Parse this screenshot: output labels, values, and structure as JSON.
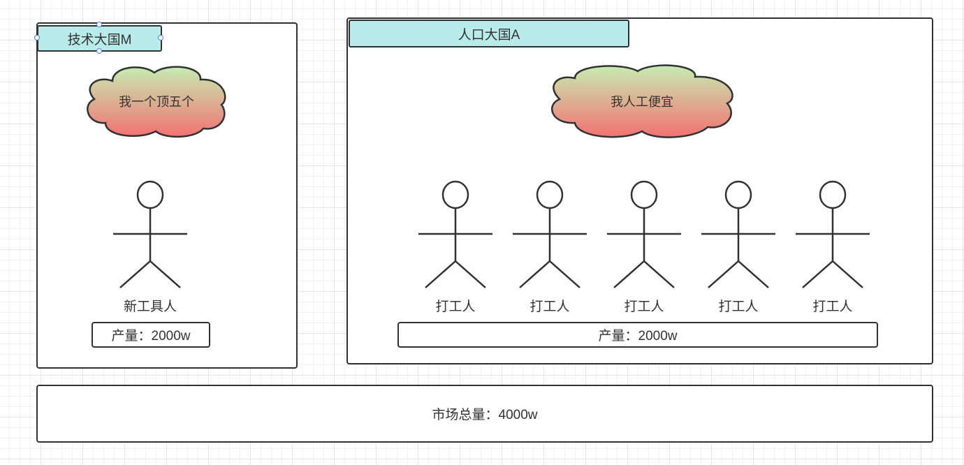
{
  "colors": {
    "stroke": "#2f3133",
    "tag_fill": "#b9ebeb",
    "cloud_gradient_top": "#c6ecb0",
    "cloud_gradient_bottom": "#f27272",
    "selection_handle": "#4a82f0"
  },
  "left_panel": {
    "title": "技术大国M",
    "cloud_text": "我一个顶五个",
    "actor_label": "新工具人",
    "output_label": "产量：2000w"
  },
  "right_panel": {
    "title": "人口大国A",
    "cloud_text": "我人工便宜",
    "actor_labels": [
      "打工人",
      "打工人",
      "打工人",
      "打工人",
      "打工人"
    ],
    "output_label": "产量：2000w"
  },
  "market_total": "市场总量：4000w"
}
